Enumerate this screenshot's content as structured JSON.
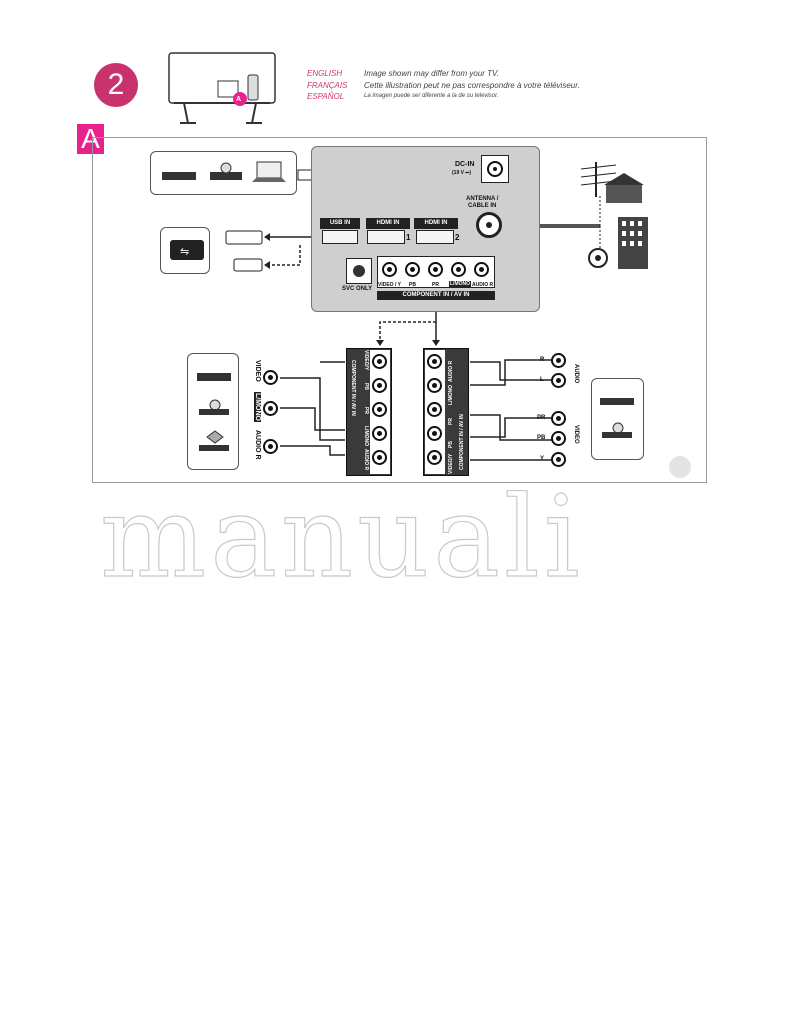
{
  "step_number": "2",
  "languages": [
    {
      "name": "ENGLISH",
      "note": "Image shown may differ from your TV."
    },
    {
      "name": "FRANÇAIS",
      "note": "Cette illustration peut ne pas correspondre à votre téléviseur."
    },
    {
      "name": "ESPAÑOL",
      "note": "La imagen puede ser diferente a la de su televisor."
    }
  ],
  "section_label": "A",
  "callout_label": "A",
  "panel": {
    "dc_in": "DC-IN",
    "dc_volt": "(19 V ⎓)",
    "antenna": "ANTENNA /",
    "cable_in": "CABLE IN",
    "usb_in": "USB IN",
    "hdmi_brand": "HDMI",
    "hdmi_in": "IN",
    "hdmi1_num": "1",
    "hdmi2_num": "2",
    "svc_only": "SVC ONLY",
    "jack_labels": [
      "VIDEO / Y",
      "PB",
      "PR",
      "L/MONO",
      "AUDIO R"
    ],
    "component_av": "COMPONENT IN / AV IN"
  },
  "left_strip": {
    "video": "VIDEO",
    "lmono": "L/MONO",
    "audio_r": "AUDIO R",
    "connector_labels": [
      "VIDEO/Y",
      "PB",
      "PR",
      "L/MONO",
      "AUDIO R"
    ],
    "component": "COMPONENT IN / AV IN"
  },
  "right_strip": {
    "connector_labels": [
      "AUDIO R",
      "L/MONO",
      "PR",
      "PB",
      "VIDEO/Y"
    ],
    "component": "COMPONENT IN / AV IN",
    "audio": "AUDIO",
    "video": "VIDEO",
    "r": "R",
    "l": "L",
    "pr": "PR",
    "pb": "PB",
    "y": "Y"
  },
  "watermark": "manuali",
  "colors": {
    "accent": "#e7228d",
    "step": "#c8336e",
    "panel": "#cfcfcf"
  }
}
